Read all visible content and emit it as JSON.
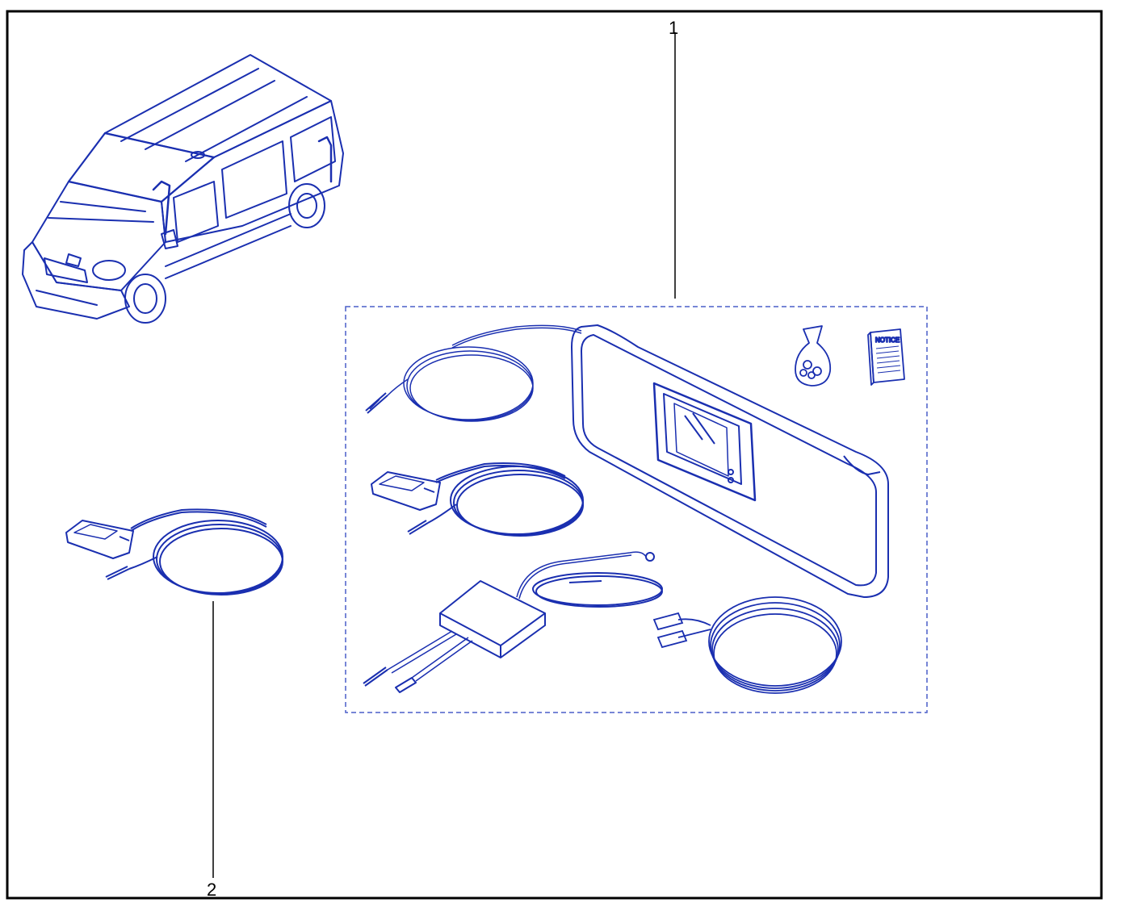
{
  "diagram": {
    "callouts": [
      {
        "number": "1"
      },
      {
        "number": "2"
      }
    ],
    "notice_label": "NOTICE"
  },
  "colors": {
    "frame": "#000000",
    "line_art": "#1a2fb0",
    "kit_box_dash": "#4a5fc8",
    "background": "#ffffff"
  },
  "icons": {
    "vehicle": "van-illustration-icon",
    "visor": "sun-visor-monitor-icon",
    "camera": "rear-camera-icon",
    "module": "control-module-icon",
    "bag": "hardware-bag-icon",
    "booklet": "notice-booklet-icon"
  }
}
